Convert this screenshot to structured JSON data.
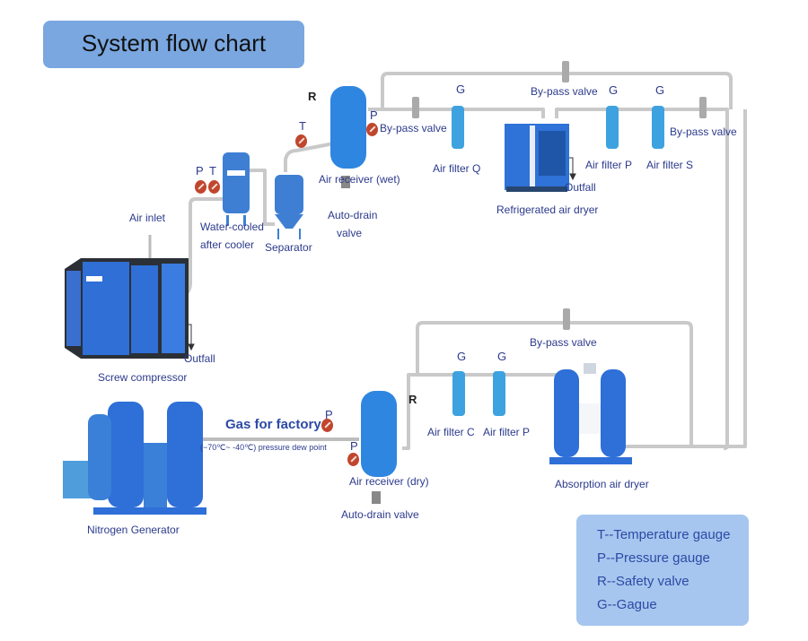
{
  "title": "System flow chart",
  "labels": {
    "air_inlet": "Air inlet",
    "screw_compressor": "Screw compressor",
    "outfall_compressor": "Outfall",
    "water_cooled_1": "Water-cooled",
    "water_cooled_2": "after cooler",
    "separator": "Separator",
    "air_receiver_wet": "Air  receiver (wet)",
    "auto_drain_1": "Auto-drain",
    "auto_drain_2": "valve",
    "bypass_top_left": "By-pass valve",
    "air_filter_q": "Air filter Q",
    "bypass_top_center": "By-pass valve",
    "refrigerated_dryer": "Refrigerated air dryer",
    "outfall_dryer": "Outfall",
    "air_filter_p_top": "Air filter P",
    "air_filter_s": "Air filter S",
    "bypass_top_right": "By-pass valve",
    "bypass_bottom": "By-pass valve",
    "air_filter_c": "Air filter C",
    "air_filter_p_bottom": "Air filter P",
    "absorption_dryer": "Absorption air dryer",
    "gas_for_factory": "Gas for factory",
    "dew_point": "(−70℃~ -40℃) pressure dew point",
    "air_receiver_dry": "Air receiver (dry)",
    "auto_drain_dry": "Auto-drain valve",
    "nitrogen_generator": "Nitrogen Generator"
  },
  "markers": {
    "P": "P",
    "T": "T",
    "R": "R",
    "G": "G"
  },
  "legend": [
    "T--Temperature gauge",
    "P--Pressure gauge",
    "R--Safety valve",
    "G--Gague"
  ],
  "colors": {
    "title_bg": "#7aa7e0",
    "legend_bg": "#a6c6ef",
    "label_text": "#2c3a8c",
    "equipment_blue": "#2f6fd6",
    "filter_blue": "#3ea2e0",
    "pipe": "#c9c9c9",
    "gauge_red": "#c0462e"
  }
}
